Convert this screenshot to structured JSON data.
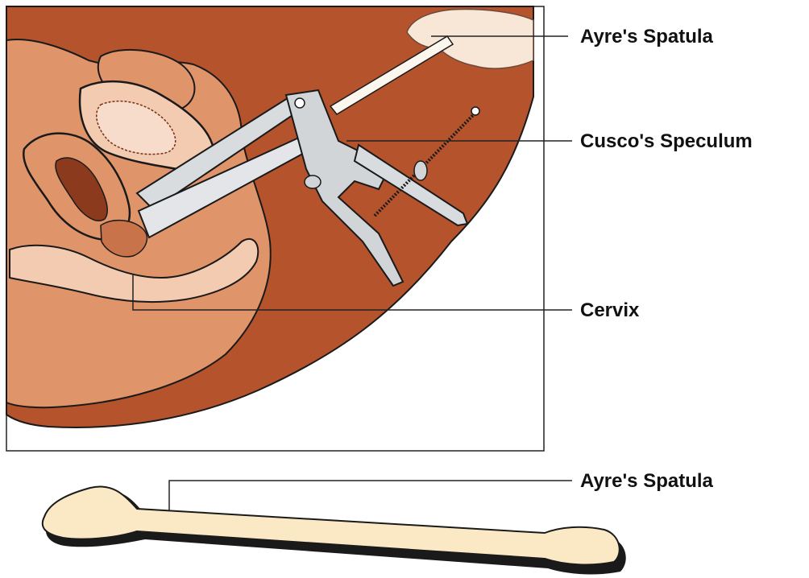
{
  "labels": {
    "top_spatula": "Ayre's Spatula",
    "speculum": "Cusco's Speculum",
    "cervix": "Cervix",
    "bottom_spatula": "Ayre's Spatula"
  },
  "colors": {
    "dark_tissue": "#b5532c",
    "skin": "#e0946a",
    "light_tissue": "#f3cbb0",
    "metal": "#d9dcdf",
    "spatula": "#fbe9c6",
    "outline": "#1a1a1a"
  }
}
